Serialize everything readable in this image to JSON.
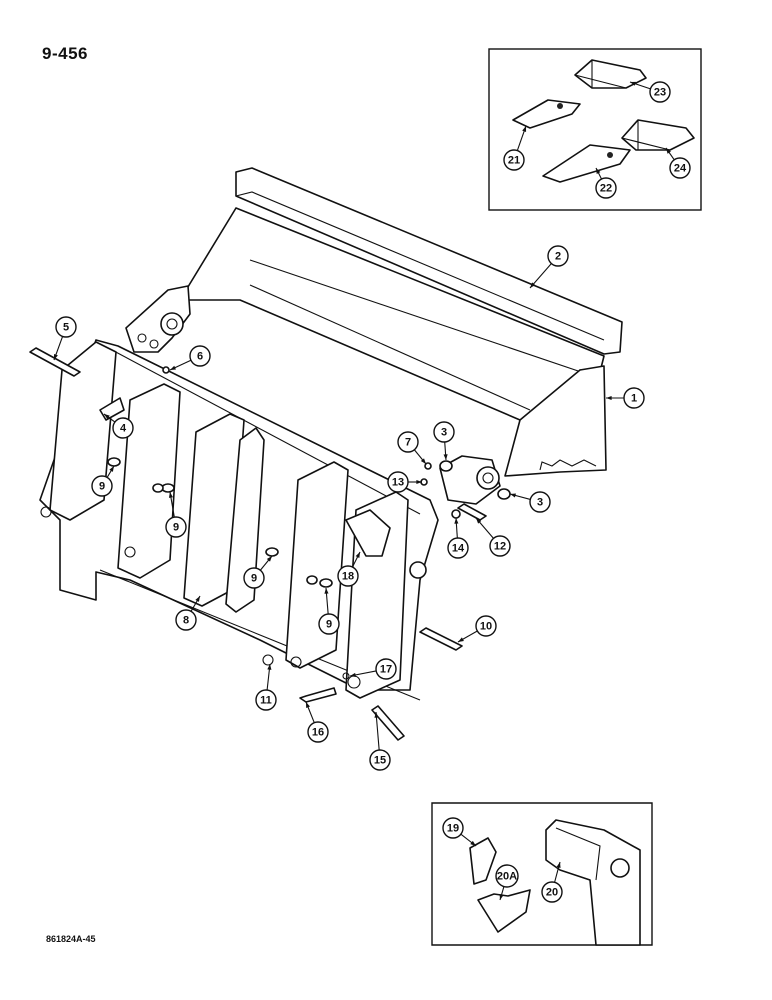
{
  "page_number": "9-456",
  "figure_code": "861824A-45",
  "callouts": [
    "1",
    "2",
    "3",
    "3",
    "4",
    "5",
    "6",
    "7",
    "8",
    "9",
    "9",
    "9",
    "9",
    "10",
    "11",
    "12",
    "13",
    "14",
    "15",
    "16",
    "17",
    "18",
    "19",
    "20",
    "20A",
    "21",
    "22",
    "23",
    "24"
  ]
}
